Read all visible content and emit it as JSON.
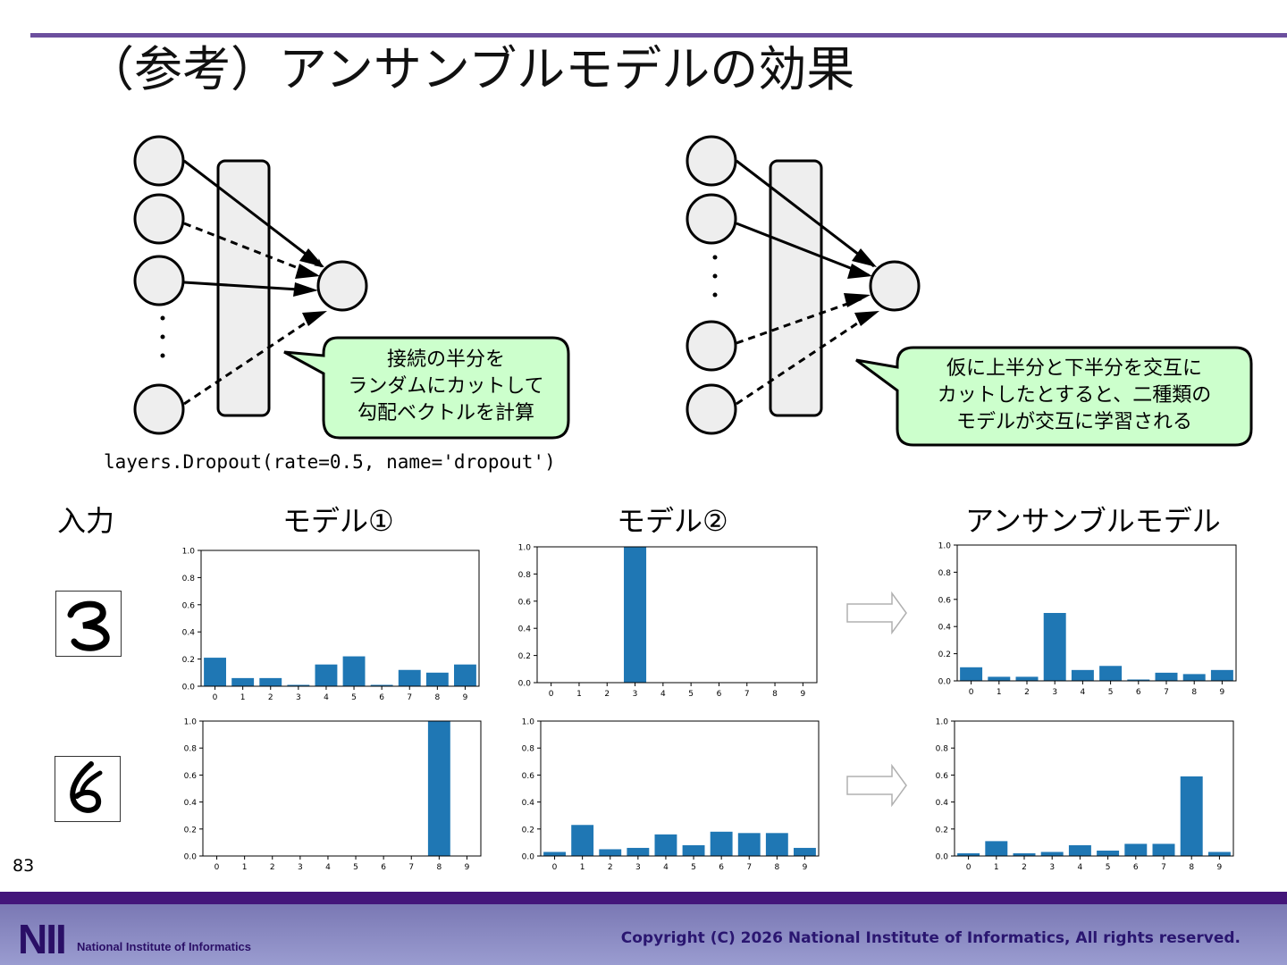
{
  "slide": {
    "title": "（参考）アンサンブルモデルの効果",
    "page_number": "83",
    "code_line": "layers.Dropout(rate=0.5, name='dropout')",
    "bubble_left": [
      "接続の半分を",
      "ランダムにカットして",
      "勾配ベクトルを計算"
    ],
    "bubble_right": [
      "仮に上半分と下半分を交互に",
      "カットしたとすると、二種類の",
      "モデルが交互に学習される"
    ],
    "column_headers": {
      "input": "入力",
      "model1": "モデル①",
      "model2": "モデル②",
      "ensemble": "アンサンブルモデル"
    },
    "colors": {
      "accent": "#6c4f9e",
      "bar": "#1f77b4",
      "bubble_fill": "#ccffcc",
      "footer_dark": "#43157a",
      "footer_text": "#2a1670"
    }
  },
  "footer": {
    "logo": "NII",
    "logo_subtitle": "National Institute of Informatics",
    "copyright": "Copyright (C) 2026 National Institute of Informatics, All rights reserved."
  },
  "chart_data": [
    {
      "id": "row1-model1",
      "type": "bar",
      "categories": [
        "0",
        "1",
        "2",
        "3",
        "4",
        "5",
        "6",
        "7",
        "8",
        "9"
      ],
      "values": [
        0.21,
        0.06,
        0.06,
        0.01,
        0.16,
        0.22,
        0.01,
        0.12,
        0.1,
        0.16
      ],
      "ylim": [
        0,
        1.0
      ],
      "yticks": [
        "0.0",
        "0.2",
        "0.4",
        "0.6",
        "0.8",
        "1.0"
      ]
    },
    {
      "id": "row1-model2",
      "type": "bar",
      "categories": [
        "0",
        "1",
        "2",
        "3",
        "4",
        "5",
        "6",
        "7",
        "8",
        "9"
      ],
      "values": [
        0,
        0,
        0,
        1.0,
        0,
        0,
        0,
        0,
        0,
        0
      ],
      "ylim": [
        0,
        1.0
      ],
      "yticks": [
        "0.0",
        "0.2",
        "0.4",
        "0.6",
        "0.8",
        "1.0"
      ]
    },
    {
      "id": "row1-ensemble",
      "type": "bar",
      "categories": [
        "0",
        "1",
        "2",
        "3",
        "4",
        "5",
        "6",
        "7",
        "8",
        "9"
      ],
      "values": [
        0.1,
        0.03,
        0.03,
        0.5,
        0.08,
        0.11,
        0.01,
        0.06,
        0.05,
        0.08
      ],
      "ylim": [
        0,
        1.0
      ],
      "yticks": [
        "0.0",
        "0.2",
        "0.4",
        "0.6",
        "0.8",
        "1.0"
      ]
    },
    {
      "id": "row2-model1",
      "type": "bar",
      "categories": [
        "0",
        "1",
        "2",
        "3",
        "4",
        "5",
        "6",
        "7",
        "8",
        "9"
      ],
      "values": [
        0,
        0,
        0,
        0,
        0,
        0,
        0,
        0,
        1.0,
        0
      ],
      "ylim": [
        0,
        1.0
      ],
      "yticks": [
        "0.0",
        "0.2",
        "0.4",
        "0.6",
        "0.8",
        "1.0"
      ]
    },
    {
      "id": "row2-model2",
      "type": "bar",
      "categories": [
        "0",
        "1",
        "2",
        "3",
        "4",
        "5",
        "6",
        "7",
        "8",
        "9"
      ],
      "values": [
        0.03,
        0.23,
        0.05,
        0.06,
        0.16,
        0.08,
        0.18,
        0.17,
        0.17,
        0.06
      ],
      "ylim": [
        0,
        1.0
      ],
      "yticks": [
        "0.0",
        "0.2",
        "0.4",
        "0.6",
        "0.8",
        "1.0"
      ]
    },
    {
      "id": "row2-ensemble",
      "type": "bar",
      "categories": [
        "0",
        "1",
        "2",
        "3",
        "4",
        "5",
        "6",
        "7",
        "8",
        "9"
      ],
      "values": [
        0.02,
        0.11,
        0.02,
        0.03,
        0.08,
        0.04,
        0.09,
        0.09,
        0.59,
        0.03
      ],
      "ylim": [
        0,
        1.0
      ],
      "yticks": [
        "0.0",
        "0.2",
        "0.4",
        "0.6",
        "0.8",
        "1.0"
      ]
    }
  ]
}
